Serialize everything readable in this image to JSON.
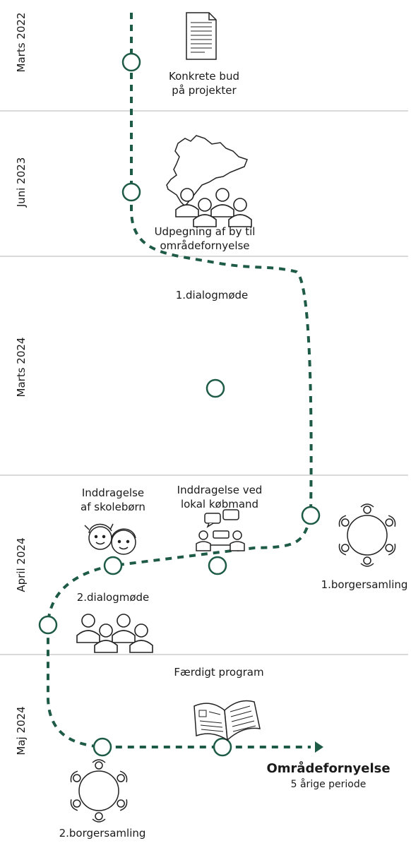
{
  "periods": [
    "Marts 2022",
    "Juni 2023",
    "Marts 2024",
    "April 2024",
    "Maj 2024"
  ],
  "milestones": {
    "bud": "Konkrete bud\npå projekter",
    "udpegning": "Udpegning af by til\nområdefornyelse",
    "dialog1": "1.dialogmøde",
    "borger1": "1.borgersamling",
    "koebmand": "Inddragelse ved\nlokal købmand",
    "skoleboern": "Inddragelse\naf skolebørn",
    "dialog2": "2.dialogmøde",
    "program": "Færdigt program",
    "borger2": "2.borgersamling"
  },
  "final": {
    "title": "Områdefornyelse",
    "subtitle": "5 årige periode"
  },
  "colors": {
    "path": "#1e5b46",
    "divider": "#b5b5b5",
    "icon": "#222222"
  }
}
